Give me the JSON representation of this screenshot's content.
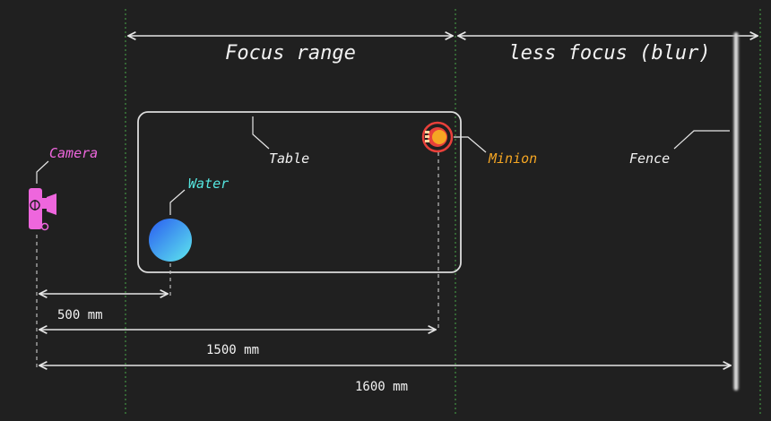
{
  "regions": {
    "focus_range": "Focus range",
    "less_focus": "less focus (blur)"
  },
  "objects": {
    "camera": "Camera",
    "table": "Table",
    "water": "Water",
    "minion": "Minion",
    "fence": "Fence"
  },
  "distances": {
    "water": "500 mm",
    "minion": "1500 mm",
    "fence": "1600 mm"
  },
  "colors": {
    "background": "#202020",
    "camera": "#ee66dd",
    "water_label": "#55e6e0",
    "minion": "#f5a623",
    "minion_ring": "#e8403a",
    "guide_green": "#3f8a3f",
    "line": "#e6e6e6"
  }
}
